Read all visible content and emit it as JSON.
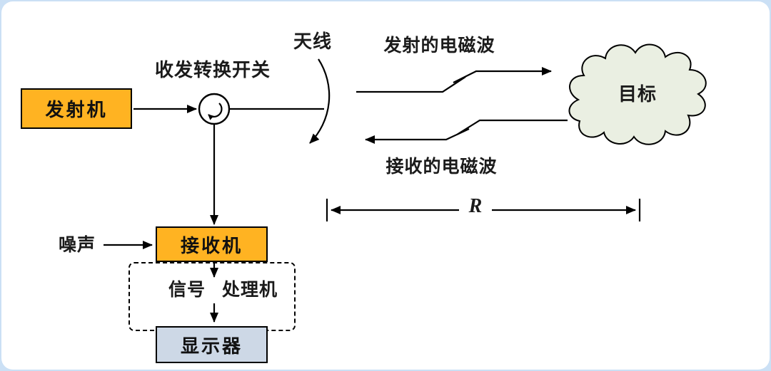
{
  "frame": {
    "border_color": "#cbe0f5",
    "background": "#ffffff"
  },
  "diagram": {
    "type": "radar-system-block-diagram",
    "colors": {
      "box_fill": "#FFB322",
      "display_fill": "#CDD8E6",
      "cloud_fill": "#EAEFE2",
      "line": "#000000"
    },
    "nodes": {
      "transmitter": {
        "label": "发射机"
      },
      "duplexer": {
        "label": "收发转换开关"
      },
      "antenna": {
        "label": "天线"
      },
      "transmitted_wave": {
        "label": "发射的电磁波"
      },
      "received_wave": {
        "label": "接收的电磁波"
      },
      "target": {
        "label": "目标"
      },
      "range": {
        "label": "R"
      },
      "noise": {
        "label": "噪声"
      },
      "receiver": {
        "label": "接收机"
      },
      "signal_processor": {
        "label_left": "信号",
        "label_right": "处理机"
      },
      "display": {
        "label": "显示器"
      }
    }
  }
}
